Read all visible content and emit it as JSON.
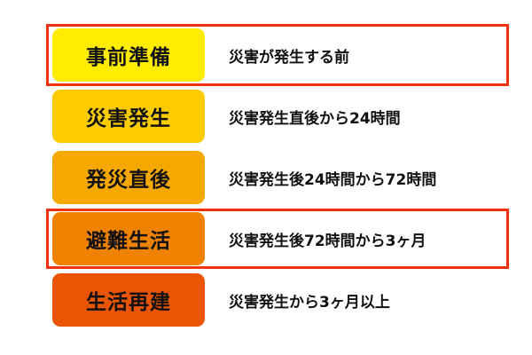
{
  "phases": [
    {
      "label": "事前準備",
      "desc": "災害が発生する前",
      "color": "#ffec00",
      "highlighted": true
    },
    {
      "label": "災害発生",
      "desc": "災害発生直後から24時間",
      "color": "#fccc00",
      "highlighted": false
    },
    {
      "label": "発災直後",
      "desc": "災害発生後24時間から72時間",
      "color": "#f5a800",
      "highlighted": false
    },
    {
      "label": "避難生活",
      "desc": "災害発生後72時間から3ヶ月",
      "color": "#ef8200",
      "highlighted": true
    },
    {
      "label": "生活再建",
      "desc": "災害発生から3ヶ月以上",
      "color": "#e95504",
      "highlighted": false
    }
  ],
  "highlight_color": "#f0320f"
}
